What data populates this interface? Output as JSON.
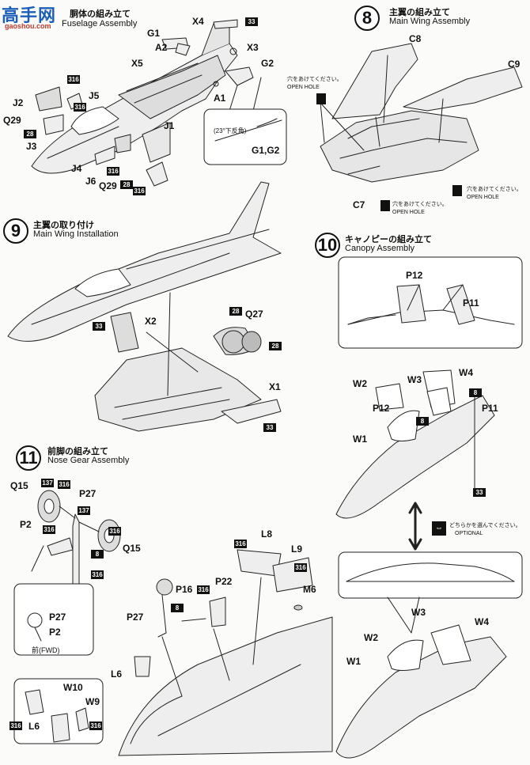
{
  "watermark": {
    "logo": "高手网",
    "url": "gaoshou.com"
  },
  "steps": {
    "s7": {
      "en": "Fuselage Assembly",
      "jp": "胴体の組み立て"
    },
    "s8": {
      "num": "8",
      "jp": "主翼の組み立て",
      "en": "Main Wing Assembly"
    },
    "s9": {
      "num": "9",
      "jp": "主翼の取り付け",
      "en": "Main Wing Installation"
    },
    "s10": {
      "num": "10",
      "jp": "キャノピーの組み立て",
      "en": "Canopy Assembly"
    },
    "s11": {
      "num": "11",
      "jp": "前脚の組み立て",
      "en": "Nose Gear Assembly"
    }
  },
  "notes": {
    "open_hole_jp": "穴をあけてください。",
    "open_hole_en": "OPEN HOLE",
    "optional_jp": "どちらかを選んでください。",
    "optional_en": "OPTIONAL",
    "fwd": "前(FWD)",
    "angle": "(23°下反角)"
  },
  "labels": {
    "x4": "X4",
    "g1": "G1",
    "a2": "A2",
    "x3": "X3",
    "x5": "X5",
    "g2": "G2",
    "a1": "A1",
    "j2": "J2",
    "j5": "J5",
    "q29a": "Q29",
    "j3": "J3",
    "j1": "J1",
    "j4": "J4",
    "j6": "J6",
    "q29b": "Q29",
    "g1g2": "G1,G2",
    "c8": "C8",
    "c9": "C9",
    "c7": "C7",
    "x2": "X2",
    "q27": "Q27",
    "x1": "X1",
    "p12a": "P12",
    "p11a": "P11",
    "w2a": "W2",
    "w3a": "W3",
    "w4a": "W4",
    "p12b": "P12",
    "p11b": "P11",
    "w1a": "W1",
    "w3b": "W3",
    "w4b": "W4",
    "w2b": "W2",
    "w1b": "W1",
    "q15a": "Q15",
    "p27a": "P27",
    "p2a": "P2",
    "q15b": "Q15",
    "p27b": "P27",
    "p2b": "P2",
    "l8": "L8",
    "l9": "L9",
    "m6": "M6",
    "p22": "P22",
    "p16": "P16",
    "p27c": "P27",
    "l6a": "L6",
    "w10": "W10",
    "w9": "W9",
    "l6b": "L6"
  },
  "codes": {
    "c33a": "33",
    "c316a": "316",
    "c316b": "316",
    "c28a": "28",
    "c316c": "316",
    "c28b": "28",
    "c316d": "316",
    "c33b": "33",
    "c28c": "28",
    "c28d": "28",
    "c33c": "33",
    "c8a": "8",
    "c8b": "8",
    "c33d": "33",
    "c137a": "137",
    "c316e": "316",
    "c316f": "316",
    "c137b": "137",
    "c316g": "316",
    "c8c": "8",
    "c316h": "316",
    "c316i": "316",
    "c316j": "316",
    "c8d": "8",
    "c316k": "316",
    "c316l": "316",
    "c316m": "316"
  }
}
